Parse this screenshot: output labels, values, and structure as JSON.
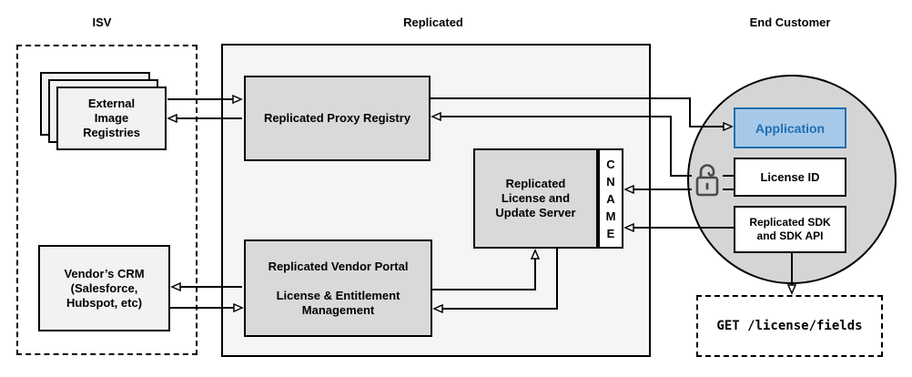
{
  "sections": {
    "isv": {
      "label": "ISV"
    },
    "replicated": {
      "label": "Replicated"
    },
    "end_customer": {
      "label": "End Customer"
    }
  },
  "nodes": {
    "external_registries": {
      "lines": [
        "External",
        "Image",
        "Registries"
      ]
    },
    "vendors_crm": {
      "lines": [
        "Vendor’s CRM",
        "(Salesforce,",
        "Hubspot, etc)"
      ]
    },
    "proxy_registry": {
      "label": "Replicated Proxy Registry"
    },
    "vendor_portal": {
      "title": "Replicated Vendor Portal",
      "subtitle_lines": [
        "License & Entitlement",
        "Management"
      ]
    },
    "license_update_server": {
      "lines": [
        "Replicated",
        "License and",
        "Update Server"
      ]
    },
    "cname": {
      "letters": [
        "C",
        "N",
        "A",
        "M",
        "E"
      ]
    },
    "application": {
      "label": "Application"
    },
    "license_id": {
      "label": "License ID"
    },
    "replicated_sdk": {
      "lines": [
        "Replicated SDK",
        "and SDK API"
      ]
    },
    "get_license_fields": {
      "label": "GET /license/fields"
    }
  },
  "icons": {
    "padlock": "unlocked-padlock-icon"
  },
  "colors": {
    "box_gray_fill": "#D9D9D9",
    "light_gray_fill": "#F2F2F2",
    "container_fill": "#F5F5F5",
    "circle_fill": "#D5D5D5",
    "app_fill": "#A6C9E9",
    "app_border": "#1F6FB2",
    "app_text": "#1F6FB2",
    "line_color": "#000000"
  }
}
